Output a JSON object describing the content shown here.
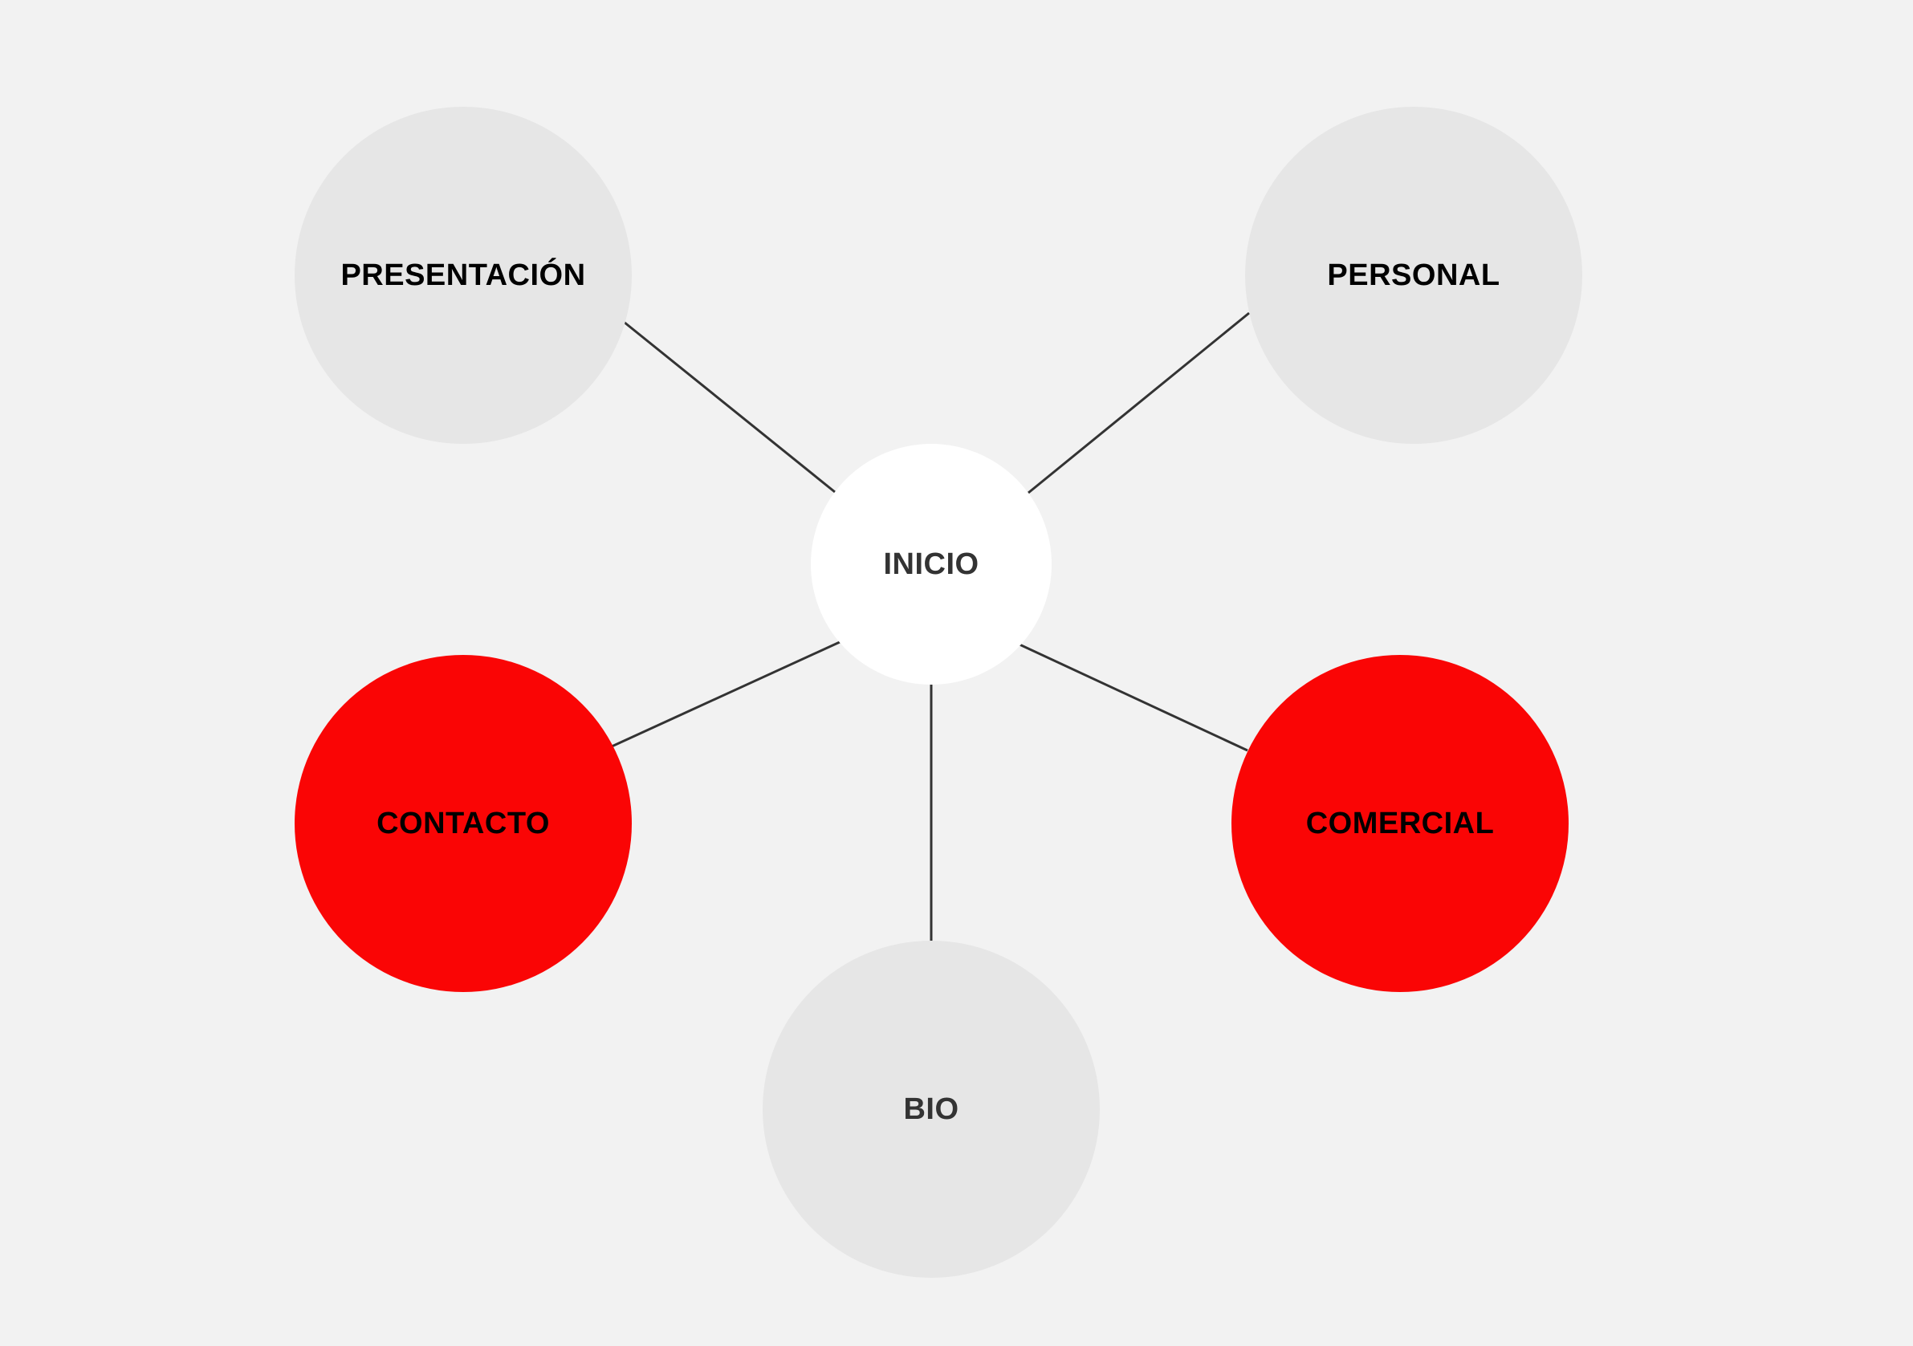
{
  "diagram": {
    "colors": {
      "background": "#f2f2f2",
      "edge": "#333333",
      "neutral_node": "#e6e6e6",
      "center_node": "#ffffff",
      "highlight_node": "#fa0505",
      "dark_text": "#000000",
      "gray_text": "#333333"
    },
    "center": {
      "id": "inicio",
      "label": "INICIO"
    },
    "nodes": [
      {
        "id": "presentacion",
        "label": "PRESENTACIÓN",
        "style": "neutral"
      },
      {
        "id": "personal",
        "label": "PERSONAL",
        "style": "neutral"
      },
      {
        "id": "contacto",
        "label": "CONTACTO",
        "style": "highlight"
      },
      {
        "id": "comercial",
        "label": "COMERCIAL",
        "style": "highlight"
      },
      {
        "id": "bio",
        "label": "BIO",
        "style": "neutral"
      }
    ],
    "edges": [
      {
        "from": "inicio",
        "to": "presentacion"
      },
      {
        "from": "inicio",
        "to": "personal"
      },
      {
        "from": "inicio",
        "to": "contacto"
      },
      {
        "from": "inicio",
        "to": "comercial"
      },
      {
        "from": "inicio",
        "to": "bio"
      }
    ]
  }
}
